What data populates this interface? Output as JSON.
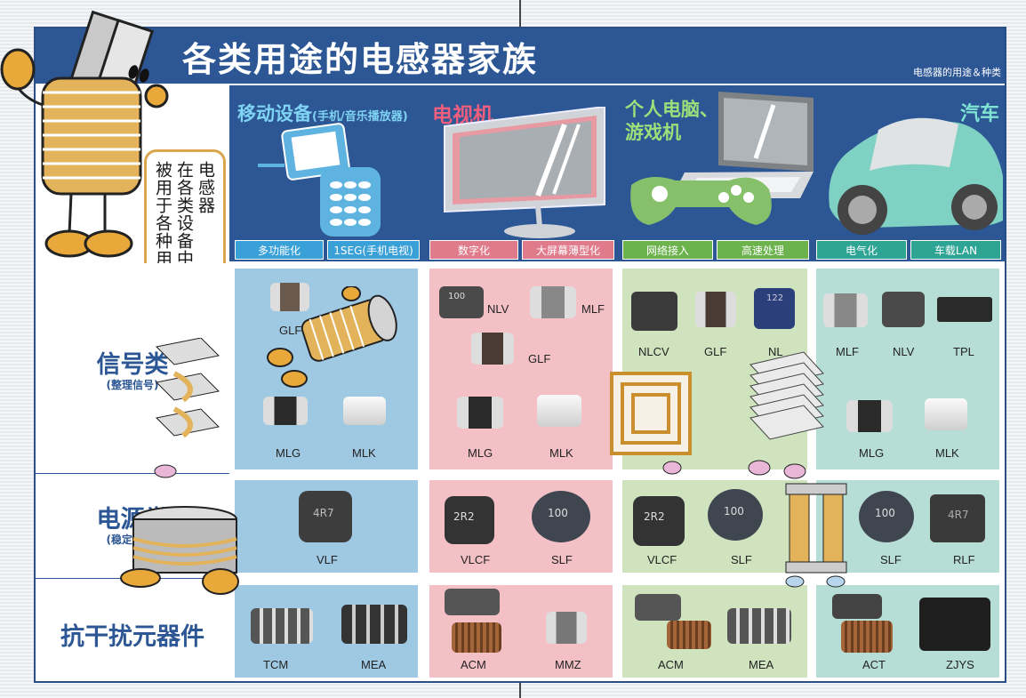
{
  "title": "各类用途的电感器家族",
  "subtitle": "电感器的用途＆种类",
  "speech": [
    "电感器",
    "在各类设备中",
    "被用于各种用途！"
  ],
  "columns": [
    {
      "title": "移动设备",
      "sub": "(手机/音乐播放器)",
      "tags": [
        "多功能化",
        "1SEG(手机电视)"
      ]
    },
    {
      "title": "电视机",
      "tags": [
        "数字化",
        "大屏幕薄型化"
      ]
    },
    {
      "title": "个人电脑、游戏机",
      "tags": [
        "网络接入",
        "高速处理"
      ]
    },
    {
      "title": "汽车",
      "tags": [
        "电气化",
        "车载LAN"
      ]
    }
  ],
  "rows": [
    {
      "label": "信号类",
      "sub": "(整理信号)"
    },
    {
      "label": "电源类",
      "sub": "(稳定电压)"
    },
    {
      "label": "抗干扰元器件",
      "sub": ""
    }
  ],
  "cells": {
    "signal": [
      [
        "GLF",
        "MLG",
        "MLK"
      ],
      [
        "NLV",
        "MLF",
        "GLF",
        "MLG",
        "MLK"
      ],
      [
        "NLCV",
        "GLF",
        "NL"
      ],
      [
        "MLF",
        "NLV",
        "TPL",
        "MLG",
        "MLK"
      ]
    ],
    "power": [
      [
        "VLF"
      ],
      [
        "VLCF",
        "SLF"
      ],
      [
        "VLCF",
        "SLF"
      ],
      [
        "SLF",
        "RLF"
      ]
    ],
    "emi": [
      [
        "TCM",
        "MEA"
      ],
      [
        "ACM",
        "MMZ"
      ],
      [
        "ACM",
        "MEA"
      ],
      [
        "ACT",
        "ZJYS"
      ]
    ]
  },
  "chip_texts": {
    "nlv": "100",
    "nl": "122",
    "r2": "2R2",
    "r100": "100",
    "r4r7": "4R7"
  },
  "colors": {
    "header": "#2c5694",
    "mobile": "#9fc9e3",
    "tv": "#f2c0c5",
    "pc": "#cfe3bf",
    "car": "#b6ddd6",
    "title_cyan": "#7fd3f3",
    "tv_title": "#ef5f7d",
    "pc_title": "#9be07a",
    "car_title": "#7fe3d3"
  }
}
